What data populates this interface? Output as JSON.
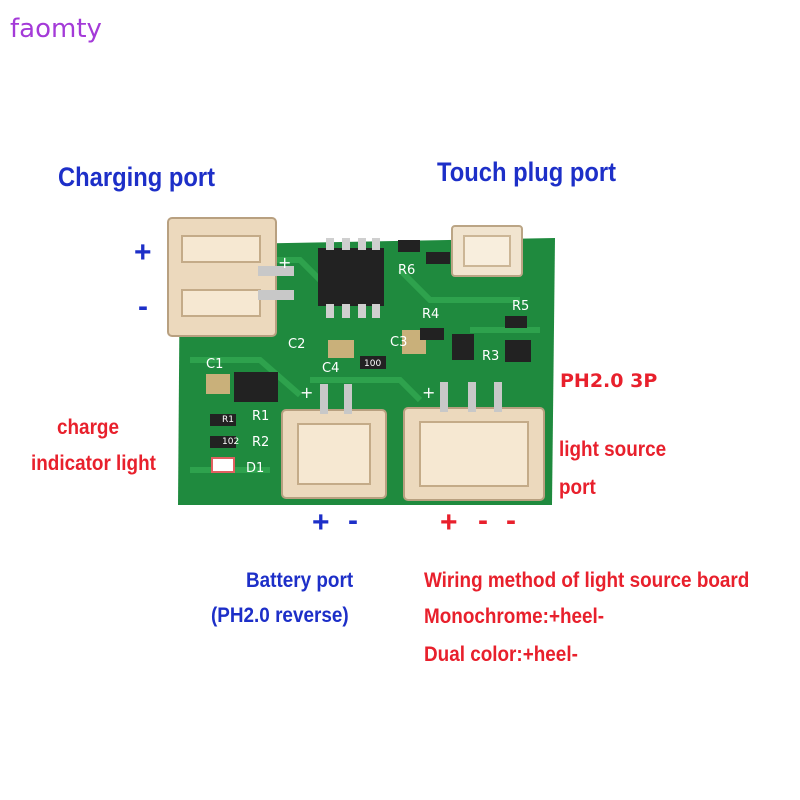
{
  "brand": "faomty",
  "labels": {
    "charging_port": "Charging port",
    "touch_plug_port": "Touch plug port",
    "ph_3p": "PH2.0 3P",
    "charge_indicator_1": "charge",
    "charge_indicator_2": "indicator light",
    "light_source_1": "light source",
    "light_source_2": "port",
    "battery_port": "Battery port",
    "battery_port_note": "(PH2.0 reverse)",
    "wiring_title": "Wiring method of light source board",
    "monochrome": "Monochrome:+heel-",
    "dual_color": "Dual color:+heel-"
  },
  "symbols": {
    "charge_plus": "+",
    "charge_minus": "-",
    "battery_plus": "+",
    "battery_minus": "-",
    "light_plus": "+",
    "light_minus_1": "-",
    "light_minus_2": "-"
  },
  "board_marks": {
    "r6": "R6",
    "r5": "R5",
    "r4": "R4",
    "c1": "C1",
    "c3": "C3",
    "c4": "C4",
    "r1": "R1",
    "r2": "R2",
    "d1": "D1",
    "c2": "C2",
    "r3": "R3",
    "res_100": "100",
    "res_102": "102",
    "res_r1": "R1",
    "pin_plus_1": "+",
    "pin_plus_2": "+",
    "pin_plus_3": "+"
  },
  "colors": {
    "brand": "#a43ad8",
    "blue_text": "#1d2fc8",
    "red_text": "#e8202c",
    "pcb": "#1f8a3e",
    "connector": "#ecd9bd"
  }
}
